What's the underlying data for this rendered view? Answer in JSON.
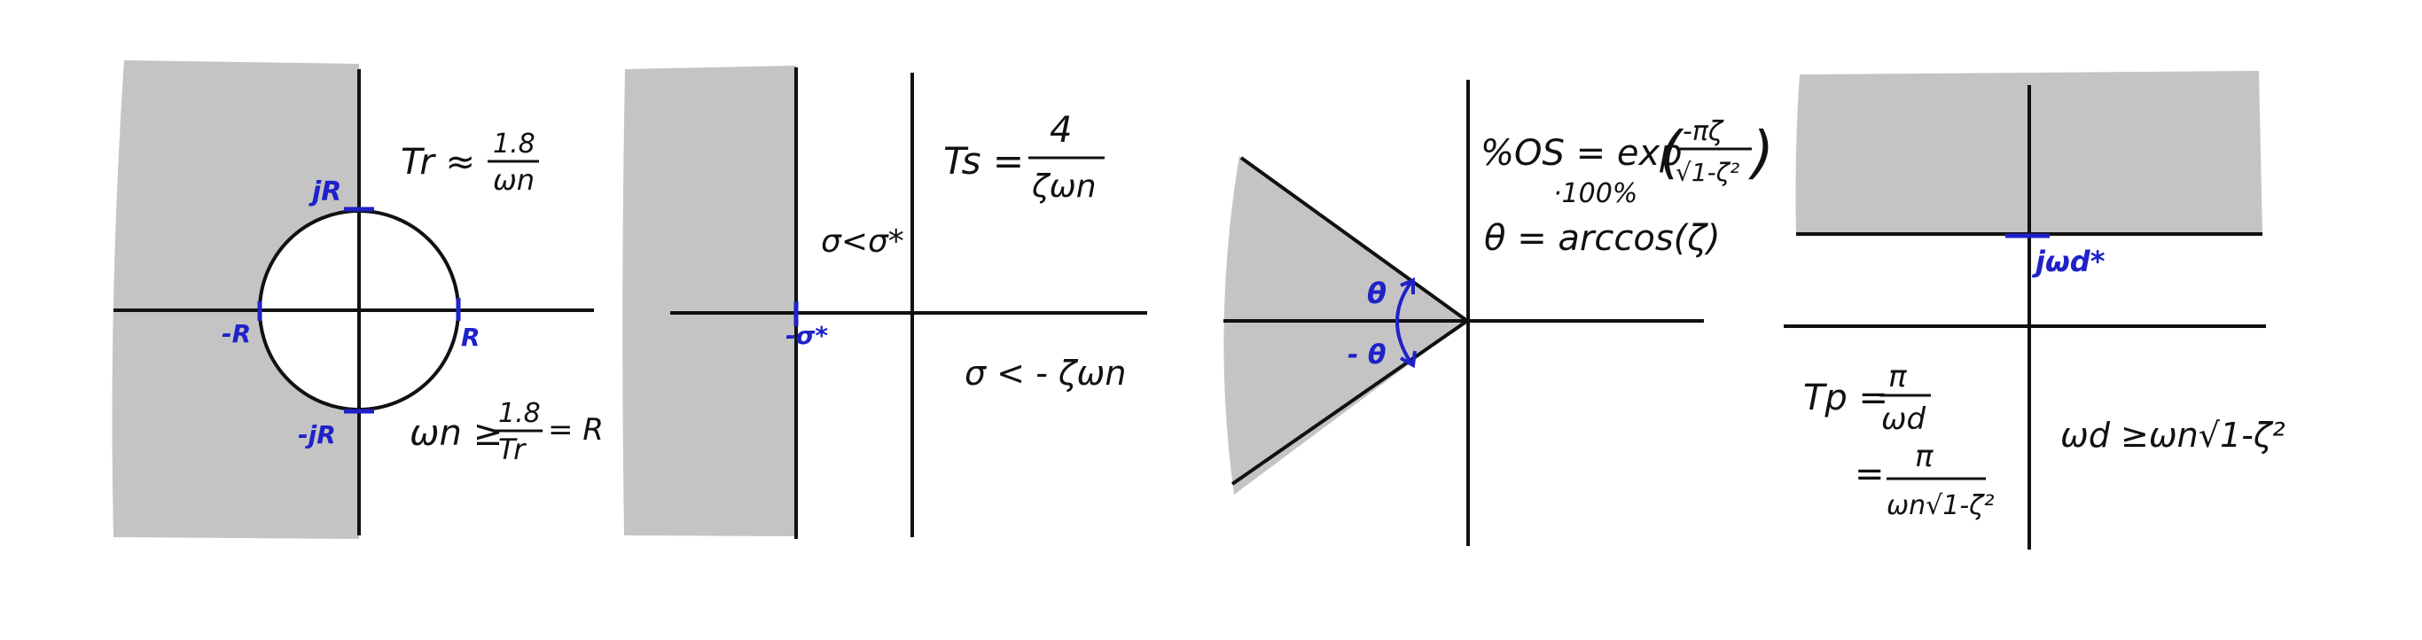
{
  "colors": {
    "shade": "#c4c4c4",
    "ink": "#111111",
    "accent": "#1f22c9",
    "background": "#ffffff"
  },
  "panel1": {
    "marker_top": "jR",
    "marker_left": "-R",
    "marker_right": "R",
    "marker_bottom": "-jR",
    "rise_time_lhs": "Tr ≈",
    "rise_time_num": "1.8",
    "rise_time_den": "ωn",
    "natural_freq_lhs": "ωn ≥",
    "natural_freq_num": "1.8",
    "natural_freq_den": "Tr",
    "natural_freq_rhs": "= R"
  },
  "panel2": {
    "sigma_constraint": "σ<σ*",
    "marker": "-σ*",
    "settling_lhs": "Ts =",
    "settling_num": "4",
    "settling_den": "ζωn",
    "sigma_relation": "σ < - ζωn"
  },
  "panel3": {
    "angle_upper": "θ",
    "angle_lower": "- θ",
    "overshoot_lhs": "%OS = exp",
    "overshoot_num": "-πζ",
    "overshoot_den": "√1-ζ²",
    "overshoot_scale": "·100%",
    "theta_relation": "θ = arccos(ζ)"
  },
  "panel4": {
    "marker": "jωd*",
    "peak_lhs": "Tp =",
    "peak_num": "π",
    "peak_den": "ωd",
    "peak_eq2": "=",
    "peak_num2": "π",
    "peak_den2": "ωn√1-ζ²",
    "damped_relation": "ωd ≥ωn√1-ζ²"
  }
}
